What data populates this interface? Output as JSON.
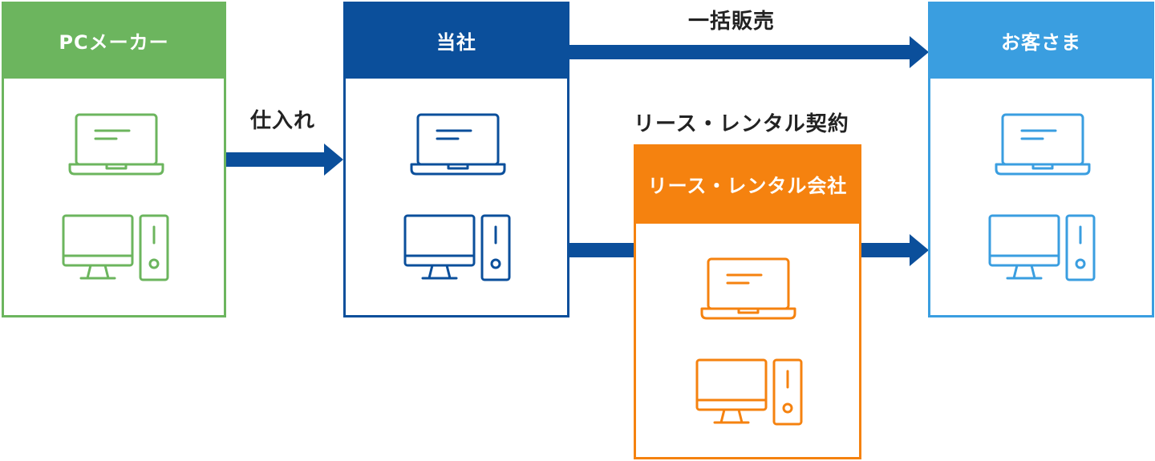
{
  "colors": {
    "maker": "#6cb55e",
    "company": "#0b4f9b",
    "leasing": "#f5820f",
    "customer": "#3a9ee0",
    "arrow": "#0b4f9b"
  },
  "boxes": {
    "maker": {
      "title": "PCメーカー"
    },
    "company": {
      "title": "当社"
    },
    "leasing": {
      "title": "リース・レンタル会社"
    },
    "customer": {
      "title": "お客さま"
    }
  },
  "flows": {
    "purchase": "仕入れ",
    "bulk_sale": "一括販売",
    "lease_contract": "リース・レンタル契約"
  },
  "icons": [
    "laptop-icon",
    "desktop-pc-icon"
  ]
}
